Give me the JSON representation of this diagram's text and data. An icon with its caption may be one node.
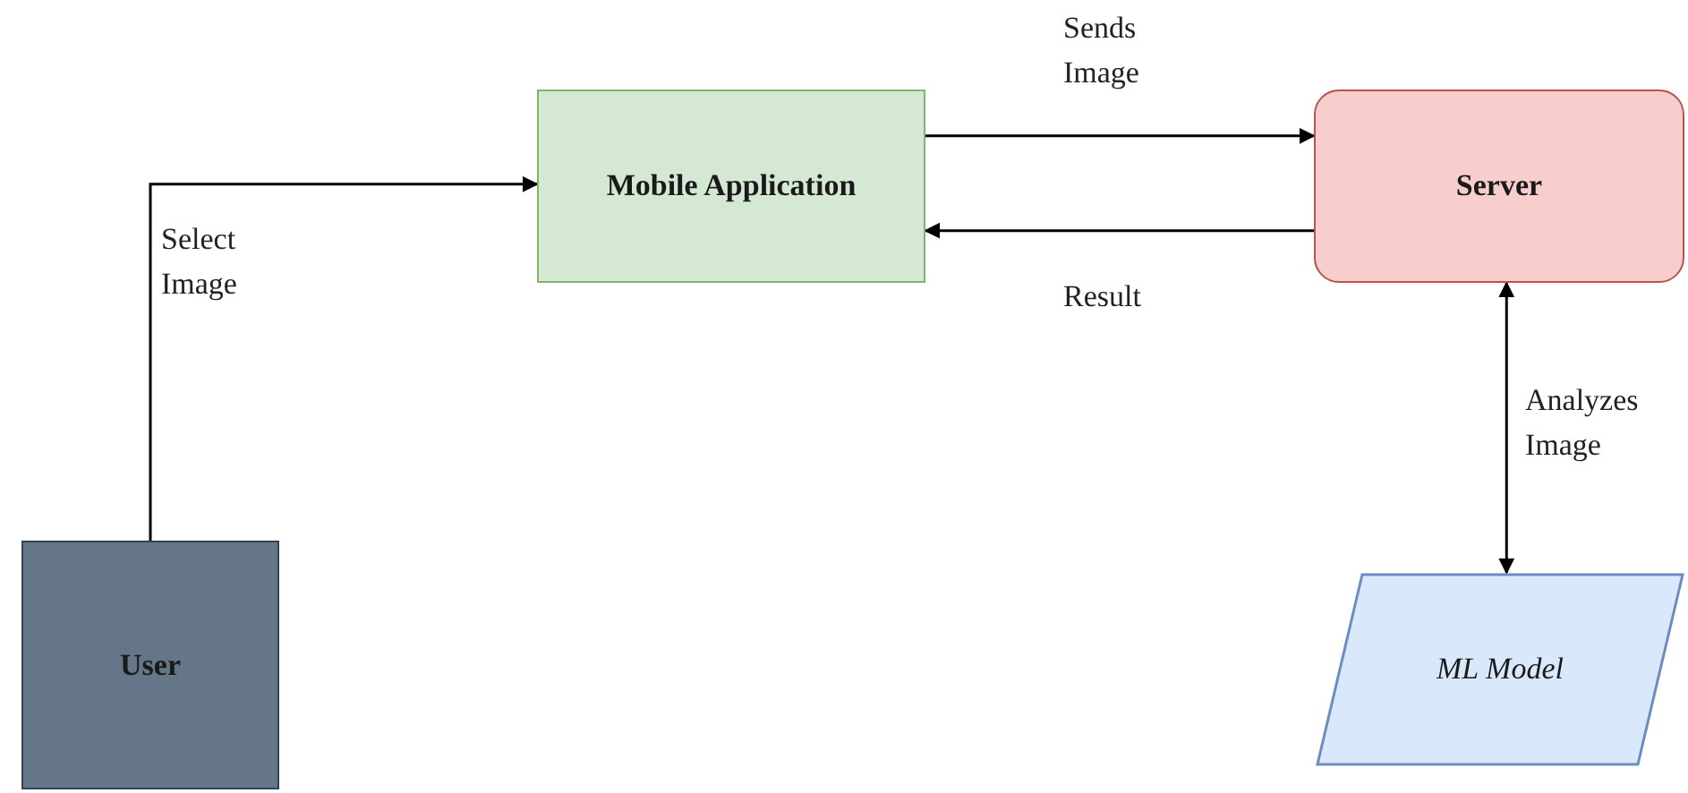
{
  "diagram": {
    "nodes": [
      {
        "text": [
          "Mobile Application"
        ]
      },
      {
        "text": [
          "Server"
        ]
      },
      {
        "text": [
          "User"
        ]
      },
      {
        "text": [
          "ML Model"
        ]
      }
    ],
    "edges": [
      {
        "from": 2,
        "to": 0,
        "arrow": "to",
        "label": "Select Image"
      },
      {
        "from": 0,
        "to": 1,
        "arrow": "to",
        "label": "Sends Image"
      },
      {
        "from": 1,
        "to": 0,
        "arrow": "to",
        "label": "Result"
      },
      {
        "from": 1,
        "to": 3,
        "arrow": "both",
        "label": "Analyzes Image"
      }
    ]
  }
}
